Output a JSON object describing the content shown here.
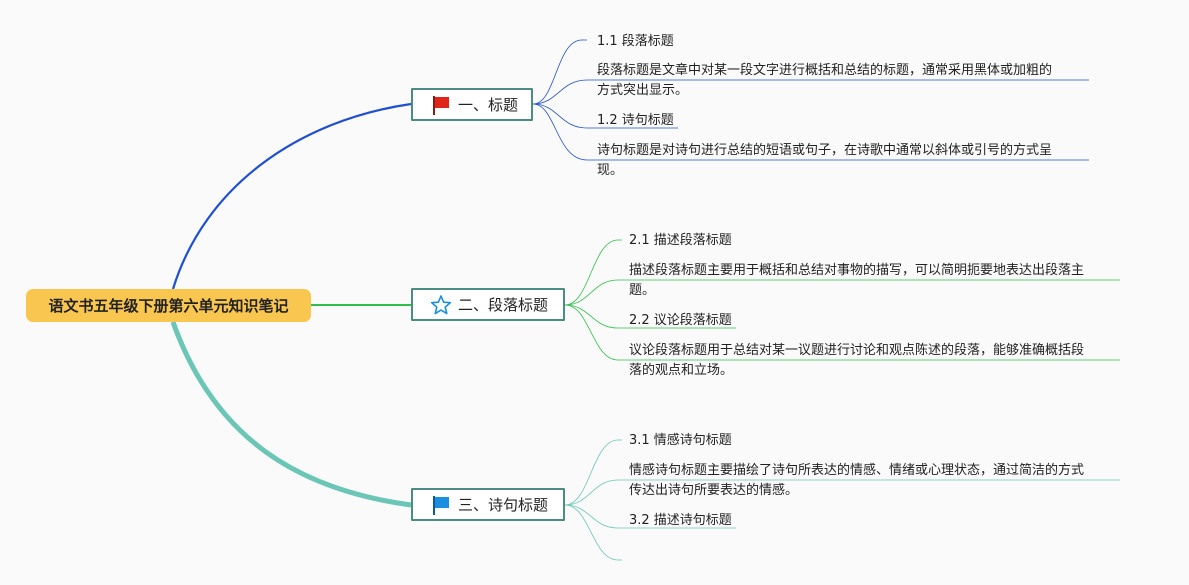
{
  "root": {
    "label": "语文书五年级下册第六单元知识笔记"
  },
  "colors": {
    "root_bg": "#f9c74f",
    "branch_border": "#4d8c82",
    "branch1_wire": "#1e4fd0",
    "branch2_wire": "#2fbf4a",
    "branch3_wire": "#6cc6b6",
    "flag_red": "#e0251b",
    "flag_blue": "#1a8fe0",
    "star_blue": "#1a8fe0"
  },
  "branches": [
    {
      "label": "一、标题",
      "icon": "red-flag-icon",
      "leaves": [
        {
          "lines": [
            "1.1 段落标题"
          ]
        },
        {
          "lines": [
            "段落标题是文章中对某一段文字进行概括和总结的标题，通常采用黑体或加粗的",
            "方式突出显示。"
          ]
        },
        {
          "lines": [
            "1.2 诗句标题"
          ]
        },
        {
          "lines": [
            "诗句标题是对诗句进行总结的短语或句子，在诗歌中通常以斜体或引号的方式呈",
            "现。"
          ]
        }
      ]
    },
    {
      "label": "二、段落标题",
      "icon": "star-icon",
      "leaves": [
        {
          "lines": [
            "2.1 描述段落标题"
          ]
        },
        {
          "lines": [
            "描述段落标题主要用于概括和总结对事物的描写，可以简明扼要地表达出段落主",
            "题。"
          ]
        },
        {
          "lines": [
            "2.2 议论段落标题"
          ]
        },
        {
          "lines": [
            "议论段落标题用于总结对某一议题进行讨论和观点陈述的段落，能够准确概括段",
            "落的观点和立场。"
          ]
        }
      ]
    },
    {
      "label": "三、诗句标题",
      "icon": "blue-flag-icon",
      "leaves": [
        {
          "lines": [
            "3.1 情感诗句标题"
          ]
        },
        {
          "lines": [
            "情感诗句标题主要描绘了诗句所表达的情感、情绪或心理状态，通过简洁的方式",
            "传达出诗句所要表达的情感。"
          ]
        },
        {
          "lines": [
            "3.2 描述诗句标题"
          ]
        },
        {
          "lines": []
        }
      ]
    }
  ]
}
